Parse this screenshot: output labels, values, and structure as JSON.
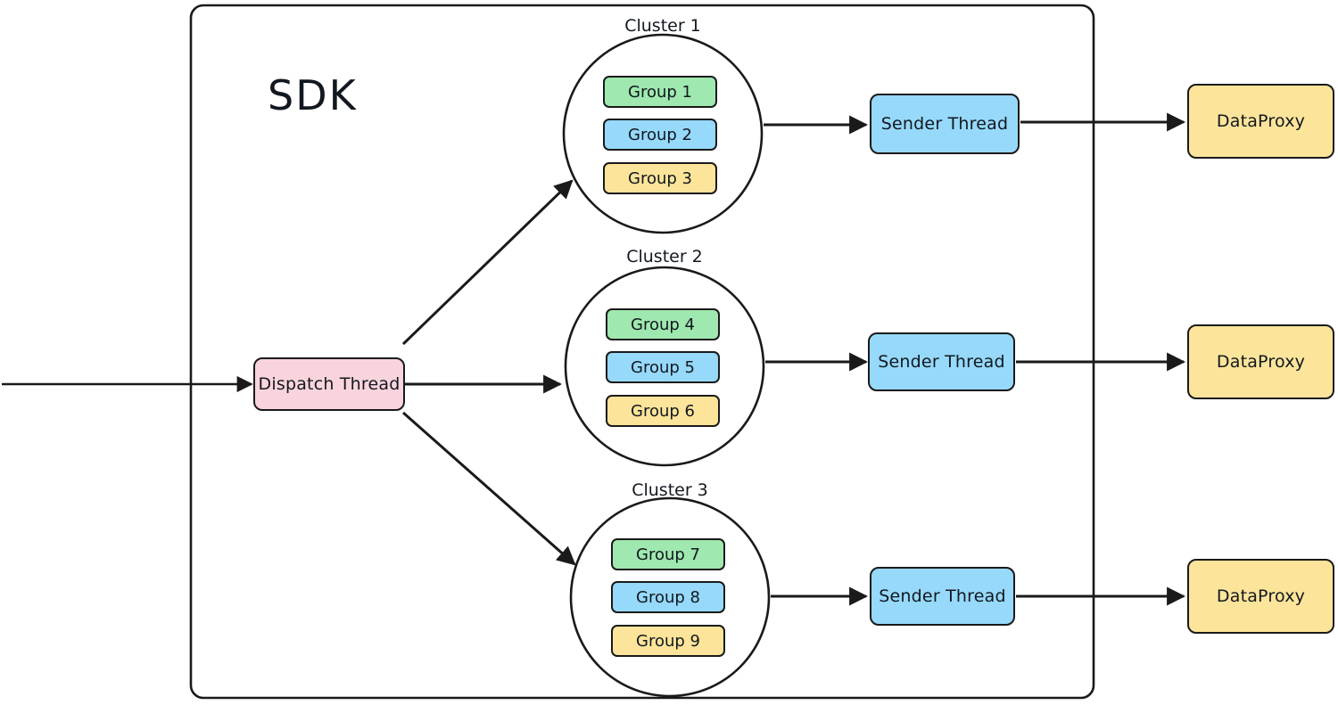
{
  "diagram": {
    "container": {
      "title": "SDK"
    },
    "entry_flow_label": "",
    "clusters": [
      {
        "label": "Cluster 1",
        "groups": [
          {
            "label": "Group 1",
            "color": "#9FE8AF"
          },
          {
            "label": "Group 2",
            "color": "#96D9FA"
          },
          {
            "label": "Group 3",
            "color": "#FCE49A"
          }
        ],
        "sender": "Sender Thread",
        "proxy": "DataProxy"
      },
      {
        "label": "Cluster 2",
        "groups": [
          {
            "label": "Group 4",
            "color": "#9FE8AF"
          },
          {
            "label": "Group 5",
            "color": "#96D9FA"
          },
          {
            "label": "Group 6",
            "color": "#FCE49A"
          }
        ],
        "sender": "Sender Thread",
        "proxy": "DataProxy"
      },
      {
        "label": "Cluster 3",
        "groups": [
          {
            "label": "Group 7",
            "color": "#9FE8AF"
          },
          {
            "label": "Group 8",
            "color": "#96D9FA"
          },
          {
            "label": "Group 9",
            "color": "#FCE49A"
          }
        ],
        "sender": "Sender Thread",
        "proxy": "DataProxy"
      }
    ],
    "dispatch": {
      "label": "Dispatch Thread"
    },
    "colors": {
      "stroke": "#1A1A1A",
      "dispatch_fill": "#FAD4DC",
      "sender_fill": "#96D9FA",
      "proxy_fill": "#FCE49A",
      "group_green": "#9FE8AF",
      "group_blue": "#96D9FA",
      "group_yellow": "#FCE49A",
      "background": "#FFFFFF"
    }
  }
}
